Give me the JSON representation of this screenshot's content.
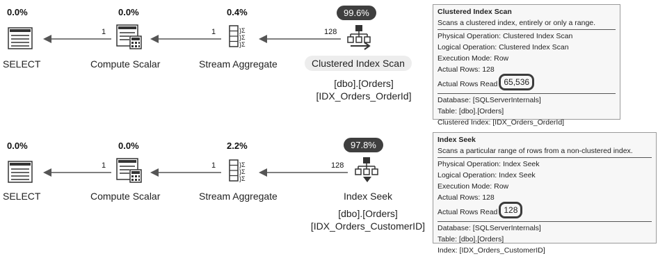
{
  "plan1": {
    "select": {
      "cost": "0.0%",
      "name": "SELECT"
    },
    "compute": {
      "cost": "0.0%",
      "name": "Compute Scalar"
    },
    "stream": {
      "cost": "0.4%",
      "name": "Stream Aggregate"
    },
    "scan": {
      "cost": "99.6%",
      "name": "Clustered Index Scan",
      "object": "[dbo].[Orders]",
      "index": "[IDX_Orders_OrderId]"
    },
    "rows": {
      "compute_to_select": "1",
      "stream_to_compute": "1",
      "scan_to_stream": "128"
    },
    "tooltip": {
      "title": "Clustered Index Scan",
      "desc": "Scans a clustered index, entirely or only a range.",
      "physical": "Physical Operation:  Clustered Index Scan",
      "logical": "Logical Operation:  Clustered Index Scan",
      "mode": "Execution Mode:  Row",
      "actual_rows": "Actual Rows:  128",
      "rows_read_label": "Actual Rows Read",
      "rows_read_value": "65,536",
      "database": "Database:  [SQLServerInternals]",
      "table": "Table:  [dbo].[Orders]",
      "index": "Clustered Index:  [IDX_Orders_OrderId]"
    }
  },
  "plan2": {
    "select": {
      "cost": "0.0%",
      "name": "SELECT"
    },
    "compute": {
      "cost": "0.0%",
      "name": "Compute Scalar"
    },
    "stream": {
      "cost": "2.2%",
      "name": "Stream Aggregate"
    },
    "seek": {
      "cost": "97.8%",
      "name": "Index Seek",
      "object": "[dbo].[Orders]",
      "index": "[IDX_Orders_CustomerID]"
    },
    "rows": {
      "compute_to_select": "1",
      "stream_to_compute": "1",
      "seek_to_stream": "128"
    },
    "tooltip": {
      "title": "Index Seek",
      "desc": "Scans a particular range of rows from a non-clustered index.",
      "physical": "Physical Operation:  Index Seek",
      "logical": "Logical Operation:  Index Seek",
      "mode": "Execution Mode:  Row",
      "actual_rows": "Actual Rows:  128",
      "rows_read_label": "Actual Rows Read",
      "rows_read_value": "128",
      "database": "Database:  [SQLServerInternals]",
      "table": "Table:  [dbo].[Orders]",
      "index": "Index:  [IDX_Orders_CustomerID]"
    }
  },
  "icons": {
    "select": "select-icon",
    "compute": "compute-scalar-icon",
    "stream": "stream-aggregate-icon",
    "scan": "clustered-index-scan-icon",
    "seek": "index-seek-icon"
  },
  "colors": {
    "cost_badge": "#3f3f3f",
    "highlight_ring": "#3c3c3c",
    "tooltip_bg": "#f7f7f7"
  }
}
